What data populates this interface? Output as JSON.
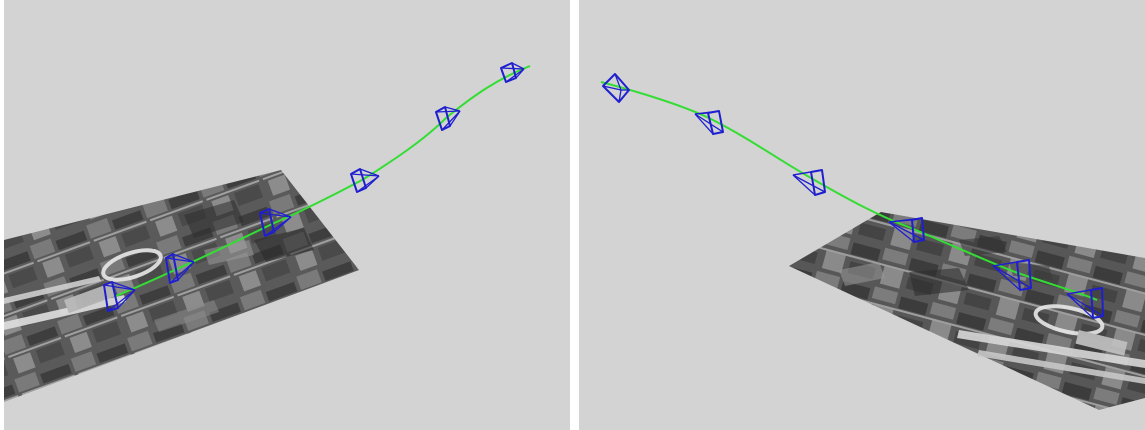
{
  "figure": {
    "background": "#d3d3d3",
    "trajectory_color": "#33dd33",
    "camera_color": "#1f1fcf",
    "ground_texture": "grayscale-aerial-airport-image",
    "panels": [
      {
        "name": "left-view",
        "camera_count": 6
      },
      {
        "name": "right-view",
        "camera_count": 6
      }
    ]
  }
}
